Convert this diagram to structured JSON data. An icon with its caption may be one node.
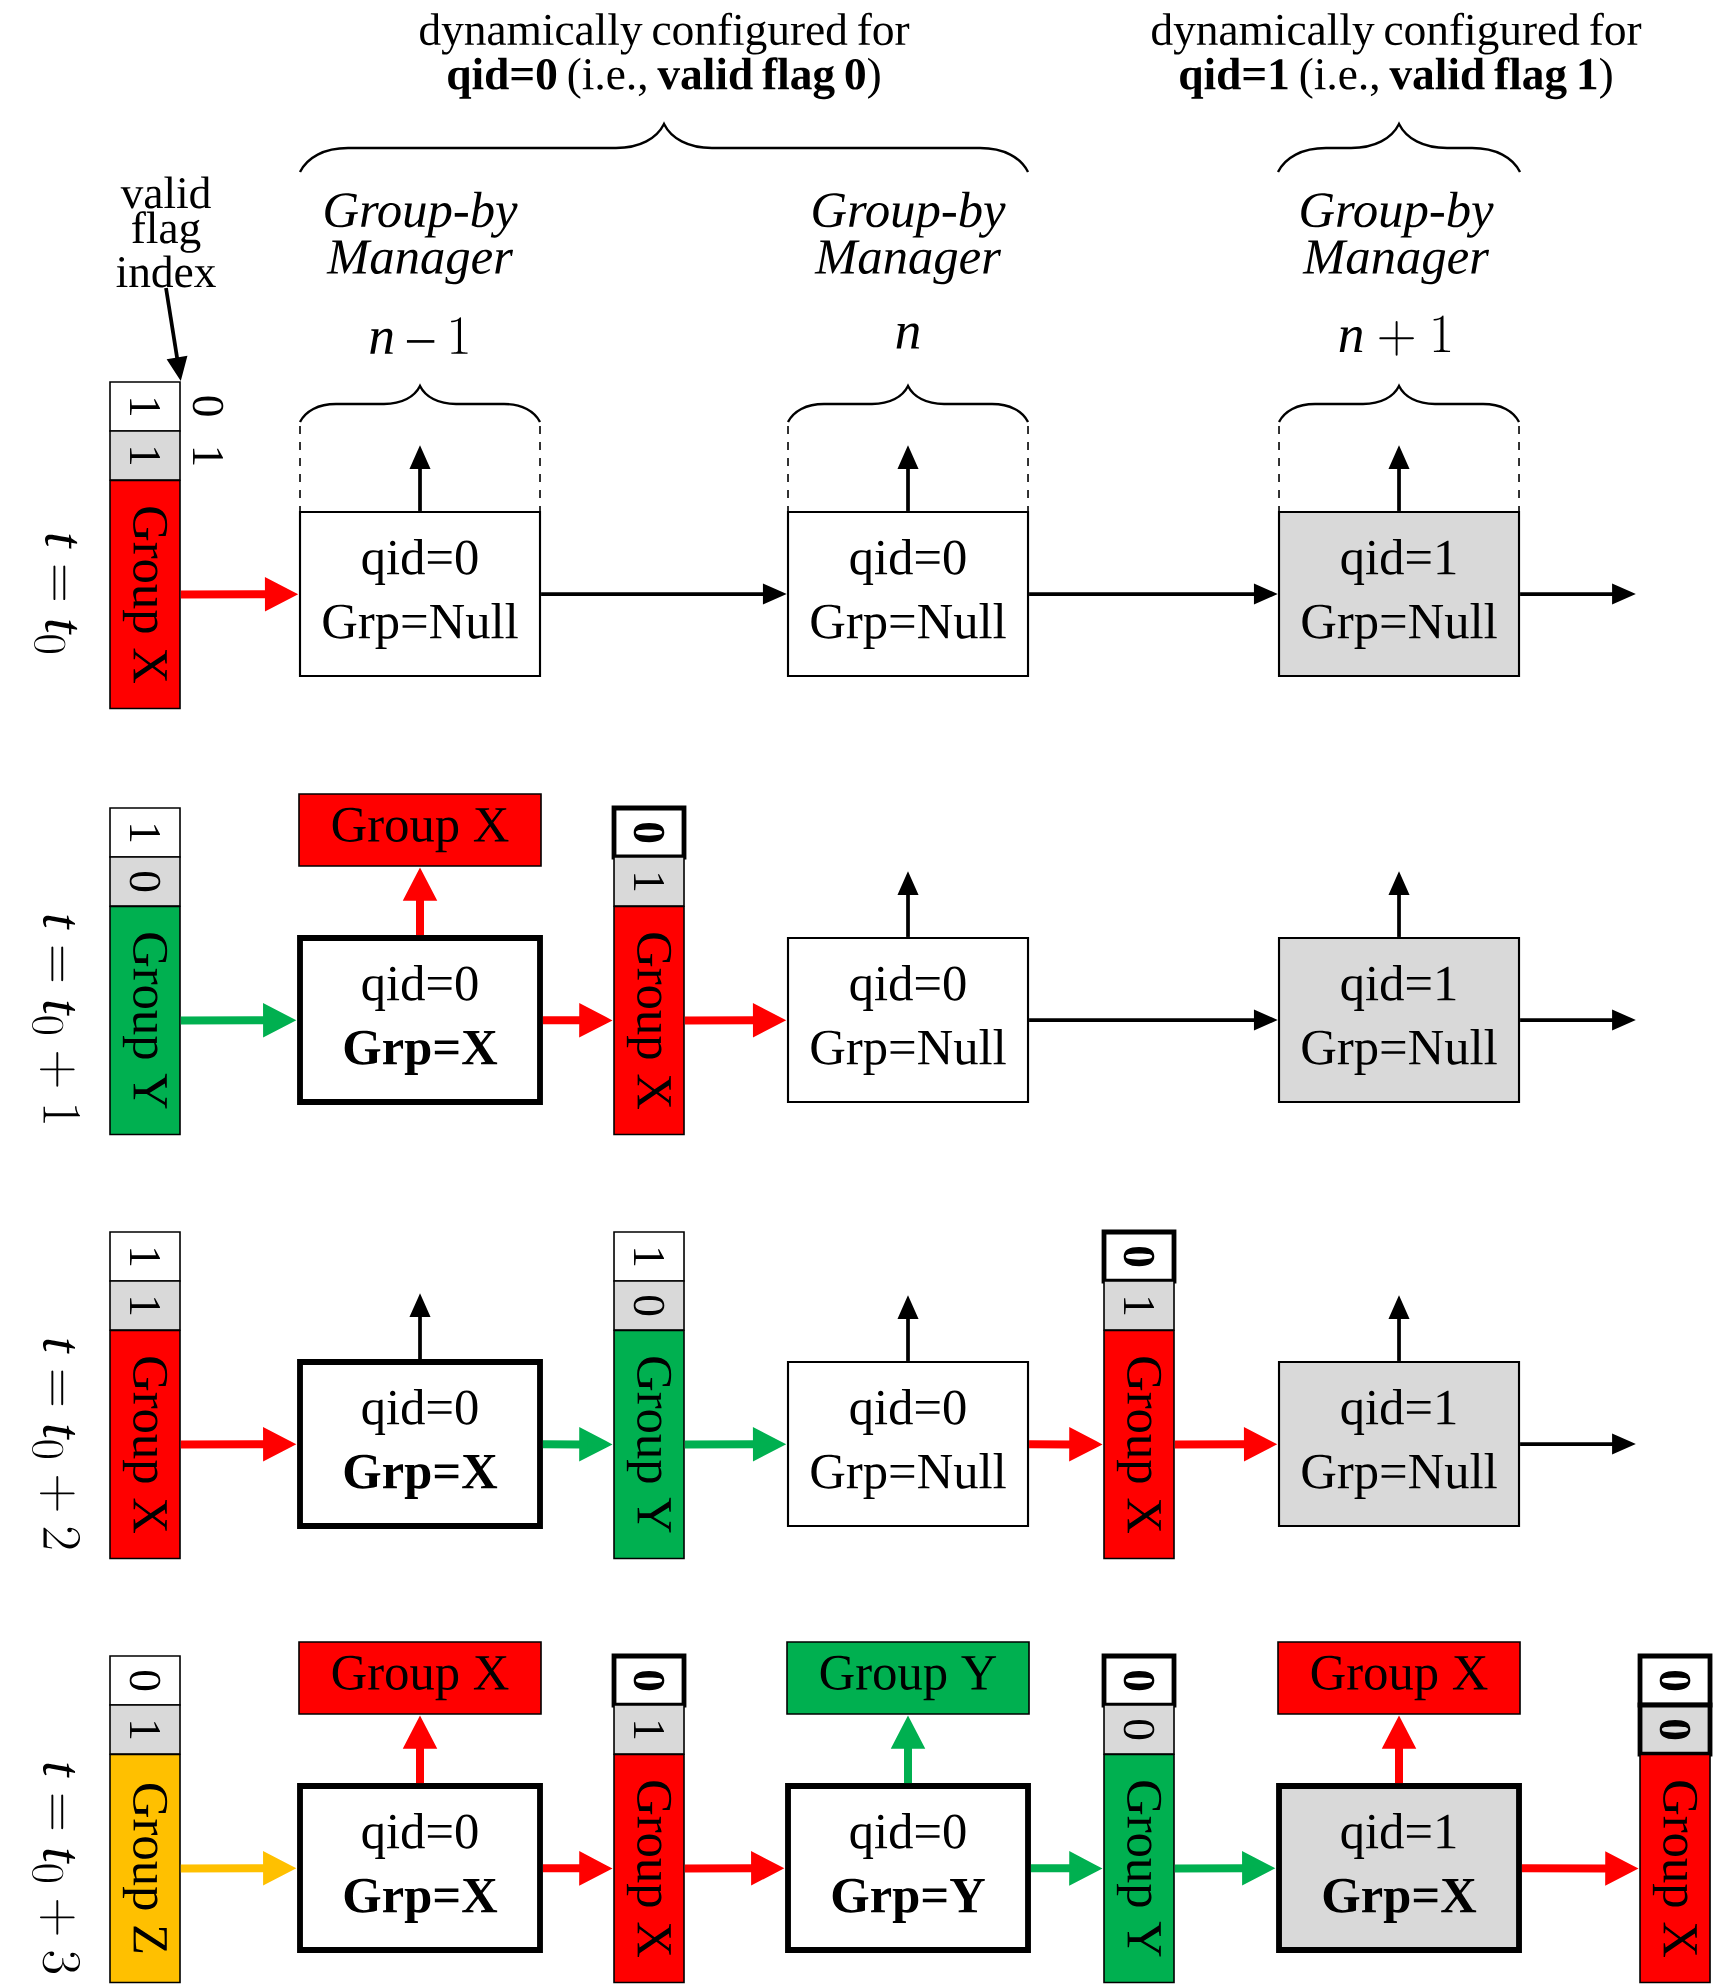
{
  "diagram": {
    "nodes": [
      {
        "text": [
          "valid flag index"
        ]
      },
      {
        "text": [
          "1"
        ]
      },
      {
        "text": [
          "1"
        ]
      },
      {
        "text": [
          "Group X"
        ]
      },
      {
        "text": [
          "qid=0",
          "Grp=Null"
        ]
      },
      {
        "text": [
          "qid=0",
          "Grp=Null"
        ]
      },
      {
        "text": [
          "qid=1",
          "Grp=Null"
        ]
      },
      {
        "text": [
          "1"
        ]
      },
      {
        "text": [
          "0"
        ]
      },
      {
        "text": [
          "Group Y"
        ]
      },
      {
        "text": [
          "Group X"
        ]
      },
      {
        "text": [
          "qid=0",
          "**Grp=X**"
        ]
      },
      {
        "text": [
          "**0**"
        ]
      },
      {
        "text": [
          "1"
        ]
      },
      {
        "text": [
          "Group X"
        ]
      },
      {
        "text": [
          "qid=0",
          "Grp=Null"
        ]
      },
      {
        "text": [
          "qid=1",
          "Grp=Null"
        ]
      },
      {
        "text": [
          "1"
        ]
      },
      {
        "text": [
          "1"
        ]
      },
      {
        "text": [
          "Group X"
        ]
      },
      {
        "text": [
          "qid=0",
          "**Grp=X**"
        ]
      },
      {
        "text": [
          "1"
        ]
      },
      {
        "text": [
          "0"
        ]
      },
      {
        "text": [
          "Group Y"
        ]
      },
      {
        "text": [
          "qid=0",
          "Grp=Null"
        ]
      },
      {
        "text": [
          "**0**"
        ]
      },
      {
        "text": [
          "1"
        ]
      },
      {
        "text": [
          "Group X"
        ]
      },
      {
        "text": [
          "qid=1",
          "Grp=Null"
        ]
      },
      {
        "text": [
          "0"
        ]
      },
      {
        "text": [
          "1"
        ]
      },
      {
        "text": [
          "Group Z"
        ]
      },
      {
        "text": [
          "Group X"
        ]
      },
      {
        "text": [
          "qid=0",
          "**Grp=X**"
        ]
      },
      {
        "text": [
          "**0**"
        ]
      },
      {
        "text": [
          "1"
        ]
      },
      {
        "text": [
          "Group X"
        ]
      },
      {
        "text": [
          "Group Y"
        ]
      },
      {
        "text": [
          "qid=0",
          "**Grp=Y**"
        ]
      },
      {
        "text": [
          "**0**"
        ]
      },
      {
        "text": [
          "0"
        ]
      },
      {
        "text": [
          "Group Y"
        ]
      },
      {
        "text": [
          "Group X"
        ]
      },
      {
        "text": [
          "qid=1",
          "**Grp=X**"
        ]
      },
      {
        "text": [
          "**0**"
        ]
      },
      {
        "text": [
          "**0**"
        ]
      },
      {
        "text": [
          "Group X"
        ]
      }
    ],
    "edges": [
      {
        "from": 0,
        "to": 1,
        "arrow": "to"
      },
      {
        "from": 3,
        "to": 4,
        "arrow": "to",
        "color": "#ff0000"
      },
      {
        "from": 4,
        "to": 5,
        "arrow": "to"
      },
      {
        "from": 5,
        "to": 6,
        "arrow": "to"
      },
      {
        "from": 6,
        "to": null,
        "arrow": "to"
      },
      {
        "from": 4,
        "to": null,
        "arrow": "to"
      },
      {
        "from": 5,
        "to": null,
        "arrow": "to"
      },
      {
        "from": 6,
        "to": null,
        "arrow": "to"
      },
      {
        "from": 9,
        "to": 11,
        "arrow": "to",
        "color": "#00b050"
      },
      {
        "from": 11,
        "to": 10,
        "arrow": "to",
        "color": "#ff0000"
      },
      {
        "from": 11,
        "to": 14,
        "arrow": "to",
        "color": "#ff0000"
      },
      {
        "from": 14,
        "to": 15,
        "arrow": "to",
        "color": "#ff0000"
      },
      {
        "from": 15,
        "to": 16,
        "arrow": "to"
      },
      {
        "from": 16,
        "to": null,
        "arrow": "to"
      },
      {
        "from": 15,
        "to": null,
        "arrow": "to"
      },
      {
        "from": 16,
        "to": null,
        "arrow": "to"
      },
      {
        "from": 19,
        "to": 20,
        "arrow": "to",
        "color": "#ff0000"
      },
      {
        "from": 20,
        "to": 23,
        "arrow": "to",
        "color": "#00b050"
      },
      {
        "from": 23,
        "to": 24,
        "arrow": "to",
        "color": "#00b050"
      },
      {
        "from": 24,
        "to": 27,
        "arrow": "to",
        "color": "#ff0000"
      },
      {
        "from": 27,
        "to": 28,
        "arrow": "to",
        "color": "#ff0000"
      },
      {
        "from": 28,
        "to": null,
        "arrow": "to"
      },
      {
        "from": 20,
        "to": null,
        "arrow": "to"
      },
      {
        "from": 24,
        "to": null,
        "arrow": "to"
      },
      {
        "from": 28,
        "to": null,
        "arrow": "to"
      },
      {
        "from": 31,
        "to": 33,
        "arrow": "to",
        "color": "#ffc000"
      },
      {
        "from": 33,
        "to": 32,
        "arrow": "to",
        "color": "#ff0000"
      },
      {
        "from": 33,
        "to": 36,
        "arrow": "to",
        "color": "#ff0000"
      },
      {
        "from": 36,
        "to": 38,
        "arrow": "to",
        "color": "#ff0000"
      },
      {
        "from": 38,
        "to": 37,
        "arrow": "to",
        "color": "#00b050"
      },
      {
        "from": 38,
        "to": 41,
        "arrow": "to",
        "color": "#00b050"
      },
      {
        "from": 41,
        "to": 43,
        "arrow": "to",
        "color": "#00b050"
      },
      {
        "from": 43,
        "to": 42,
        "arrow": "to",
        "color": "#ff0000"
      },
      {
        "from": 43,
        "to": 46,
        "arrow": "to",
        "color": "#ff0000"
      }
    ],
    "labels": [
      "dynamically configured for **qid=0** (i.e., **valid flag 0**)",
      "dynamically configured for **qid=1** (i.e., **valid flag 1**)",
      "Group-by Manager",
      "n-1",
      "Group-by Manager",
      "n",
      "Group-by Manager",
      "n+1",
      "0",
      "1",
      "t = t_0",
      "t = t_0 + 1",
      "t = t_0 + 2",
      "t = t_0 + 3"
    ]
  }
}
